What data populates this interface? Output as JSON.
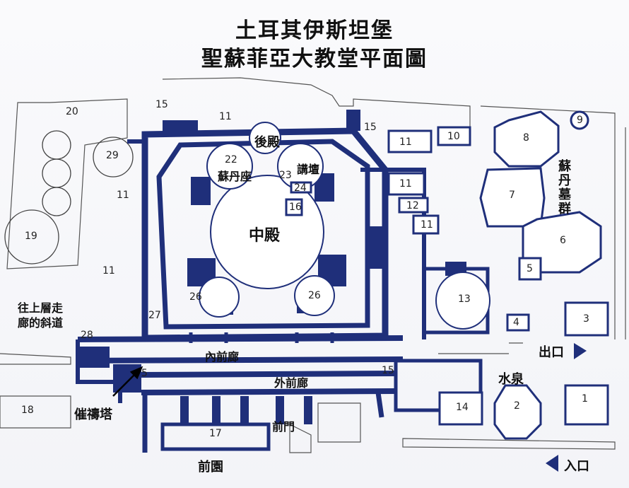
{
  "title": {
    "line1": "土耳其伊斯坦堡",
    "line2": "聖蘇菲亞大教堂平面圖"
  },
  "labels": {
    "hou_dian": "後殿",
    "su_dan_zuo": "蘇丹座",
    "jiang_tan": "講壇",
    "zhong_dian": "中殿",
    "su_dan_mu_qun": "蘇丹墓群",
    "nei_qian_lang": "內前廊",
    "wai_qian_lang": "外前廊",
    "qian_men": "前門",
    "qian_yuan": "前園",
    "cui_dao_ta": "催禱塔",
    "ramp_line1": "往上層走",
    "ramp_line2": "廊的斜道",
    "chu_kou": "出口",
    "ru_kou": "入口",
    "shui_quan": "水泉"
  },
  "numbers": {
    "n20": "20",
    "n15a": "15",
    "n11a": "11",
    "n15b": "15",
    "n11b": "11",
    "n10": "10",
    "n9": "9",
    "n29": "29",
    "n22": "22",
    "n23": "23",
    "n24": "24",
    "n16": "16",
    "n8": "8",
    "n11c": "11",
    "n11d": "11",
    "n12": "12",
    "n11e": "11",
    "n7": "7",
    "n19": "19",
    "n11f": "11",
    "n6": "6",
    "n5a": "5",
    "n26a": "26",
    "n26b": "26",
    "n13": "13",
    "n27": "27",
    "n4": "4",
    "n3": "3",
    "n28": "28",
    "n5b": "5",
    "n15c": "15",
    "n18": "18",
    "n14": "14",
    "n2": "2",
    "n1": "1",
    "n17": "17"
  },
  "colors": {
    "wall": "#1f2f7a",
    "line": "#444444",
    "text": "#111111"
  }
}
